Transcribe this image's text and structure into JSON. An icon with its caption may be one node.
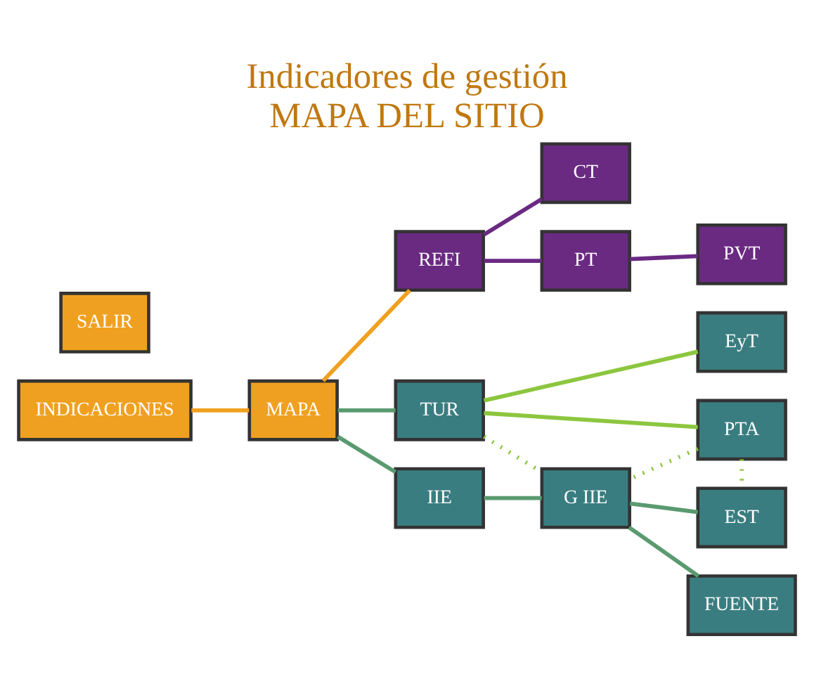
{
  "diagram": {
    "title": "Indicadores de gestión",
    "caption": "MAPA DEL SITIO",
    "nodes": [
      {
        "text": [
          "INDICACIONES"
        ]
      },
      {
        "text": [
          "REFI"
        ]
      },
      {
        "text": [
          "PT"
        ]
      },
      {
        "text": [
          "PVT"
        ]
      },
      {
        "text": [
          "CT"
        ]
      },
      {
        "text": [
          "MAPA"
        ]
      },
      {
        "text": [
          "TUR"
        ]
      },
      {
        "text": [
          "PTA"
        ]
      },
      {
        "text": [
          "EyT"
        ]
      },
      {
        "text": [
          "IIE"
        ]
      },
      {
        "text": [
          "G IIE"
        ]
      },
      {
        "text": [
          "FUENTE"
        ]
      },
      {
        "text": [
          "EST"
        ]
      },
      {
        "text": [
          "SALIR"
        ]
      }
    ],
    "edges": [
      {
        "from": 0,
        "to": 5,
        "arrow": "none",
        "color": "#f0a020"
      },
      {
        "from": 5,
        "to": 1,
        "arrow": "none",
        "color": "#f0a020"
      },
      {
        "from": 1,
        "to": 2,
        "arrow": "none",
        "color": "#6a2a82"
      },
      {
        "from": 2,
        "to": 3,
        "arrow": "none",
        "color": "#6a2a82"
      },
      {
        "from": 1,
        "to": 4,
        "arrow": "none",
        "color": "#6a2a82"
      },
      {
        "from": 5,
        "to": 6,
        "arrow": "none",
        "color": "#5a9a70"
      },
      {
        "from": 5,
        "to": 9,
        "arrow": "none",
        "color": "#5a9a70"
      },
      {
        "from": 6,
        "to": 7,
        "arrow": "none",
        "color": "#8cc63f"
      },
      {
        "from": 6,
        "to": 8,
        "arrow": "none",
        "color": "#8cc63f"
      },
      {
        "from": 9,
        "to": 10,
        "arrow": "none",
        "color": "#5a9a70"
      },
      {
        "from": 10,
        "to": 11,
        "arrow": "none",
        "color": "#5a9a70"
      },
      {
        "from": 10,
        "to": 12,
        "arrow": "none",
        "color": "#5a9a70"
      },
      {
        "from": 6,
        "to": 10,
        "arrow": "none",
        "style": "dashed",
        "color": "#8cc63f"
      },
      {
        "from": 7,
        "to": 10,
        "arrow": "none",
        "style": "dashed",
        "color": "#8cc63f"
      },
      {
        "from": 7,
        "to": 12,
        "arrow": "none",
        "style": "dashed",
        "color": "#8cc63f"
      }
    ]
  }
}
